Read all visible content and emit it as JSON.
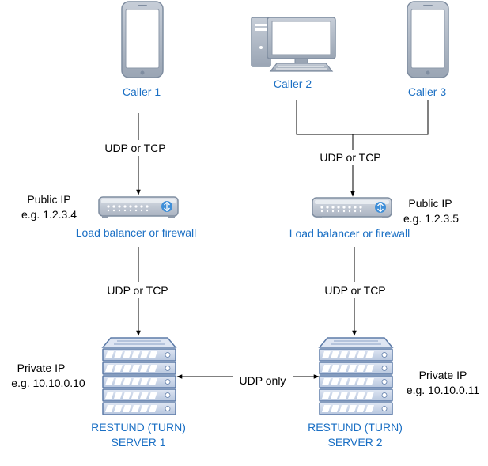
{
  "callers": {
    "caller1": "Caller 1",
    "caller2": "Caller 2",
    "caller3": "Caller 3"
  },
  "links": {
    "caller1_to_lb1": "UDP or TCP",
    "callers_to_lb2": "UDP or TCP",
    "lb1_to_server1": "UDP or TCP",
    "lb2_to_server2": "UDP or TCP",
    "server_to_server": "UDP only"
  },
  "load_balancer_1": {
    "label": "Load balancer or firewall",
    "public_ip_title": "Public IP",
    "public_ip_value": "e.g. 1.2.3.4"
  },
  "load_balancer_2": {
    "label": "Load balancer or firewall",
    "public_ip_title": "Public IP",
    "public_ip_value": "e.g. 1.2.3.5"
  },
  "server_1": {
    "name_line1": "RESTUND (TURN)",
    "name_line2": "SERVER 1",
    "private_ip_title": "Private IP",
    "private_ip_value": "e.g. 10.10.0.10"
  },
  "server_2": {
    "name_line1": "RESTUND (TURN)",
    "name_line2": "SERVER 2",
    "private_ip_title": "Private IP",
    "private_ip_value": "e.g. 10.10.0.11"
  },
  "colors": {
    "label_blue": "#1a6fc4",
    "device_gray": "#aeb8c6",
    "device_outline": "#7f8da0",
    "server_blue": "#c9d5ea",
    "server_outline": "#5d7ba8"
  },
  "icons": {
    "caller1": "smartphone-icon",
    "caller2": "desktop-computer-icon",
    "caller3": "smartphone-icon",
    "load_balancer": "router-icon",
    "server": "server-rack-icon"
  }
}
